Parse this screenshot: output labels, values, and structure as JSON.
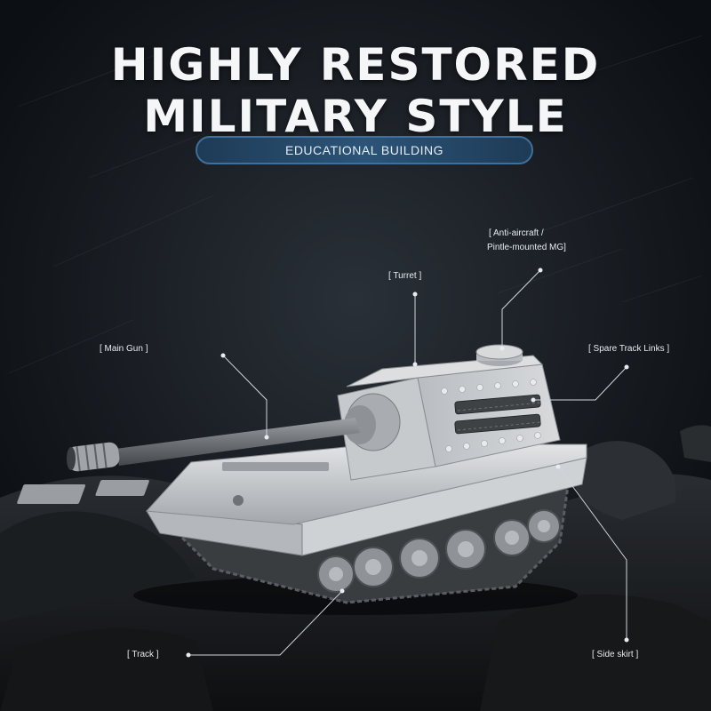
{
  "headline": {
    "line1": "HIGHLY RESTORED",
    "line2": "MILITARY STYLE"
  },
  "badge": "EDUCATIONAL BUILDING",
  "callouts": {
    "antiaircraft_line1": "[ Anti-aircraft /",
    "antiaircraft_line2": "Pintle-mounted MG]",
    "turret": "[  Turret  ]",
    "main_gun": "[  Main Gun ]",
    "spare_track": "[ Spare Track Links ]",
    "track": "[  Track ]",
    "side_skirt": "[  Side skirt  ]"
  },
  "colors": {
    "background": "#101419",
    "badge_fill": "#2b5478",
    "badge_border": "#3f6f9a",
    "callout_line": "#cfd6dc"
  }
}
